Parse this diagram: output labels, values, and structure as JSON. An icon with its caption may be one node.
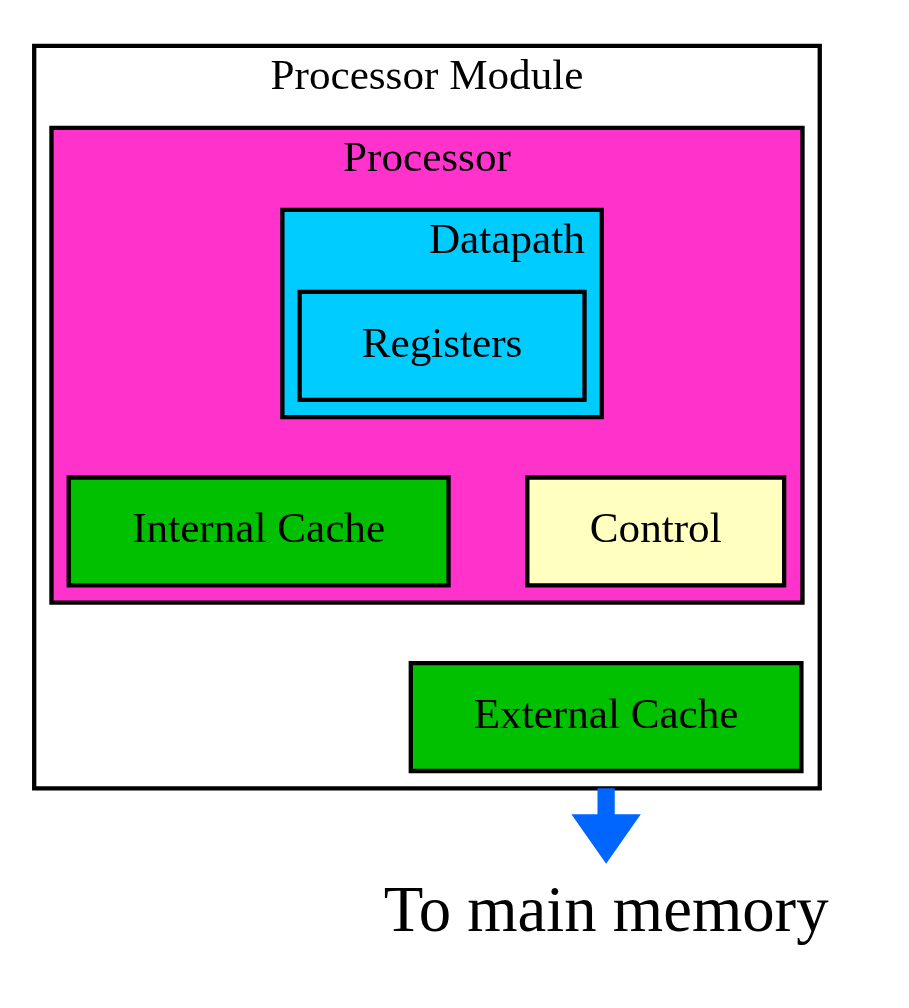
{
  "diagram": {
    "nodes": [
      {
        "text": [
          "Processor Module"
        ]
      },
      {
        "text": [
          "Processor"
        ],
        "in": 0
      },
      {
        "text": [
          "Datapath"
        ],
        "in": 1
      },
      {
        "text": [
          "Registers"
        ],
        "in": 2
      },
      {
        "text": [
          "Internal Cache"
        ],
        "in": 1
      },
      {
        "text": [
          "Control"
        ],
        "in": 1
      },
      {
        "text": [
          "External Cache"
        ],
        "in": 0
      },
      {
        "text": [
          "To main memory"
        ]
      }
    ],
    "edges": [
      {
        "from": 0,
        "to": 7,
        "arrow": "to",
        "color": "#0066ff"
      }
    ]
  }
}
